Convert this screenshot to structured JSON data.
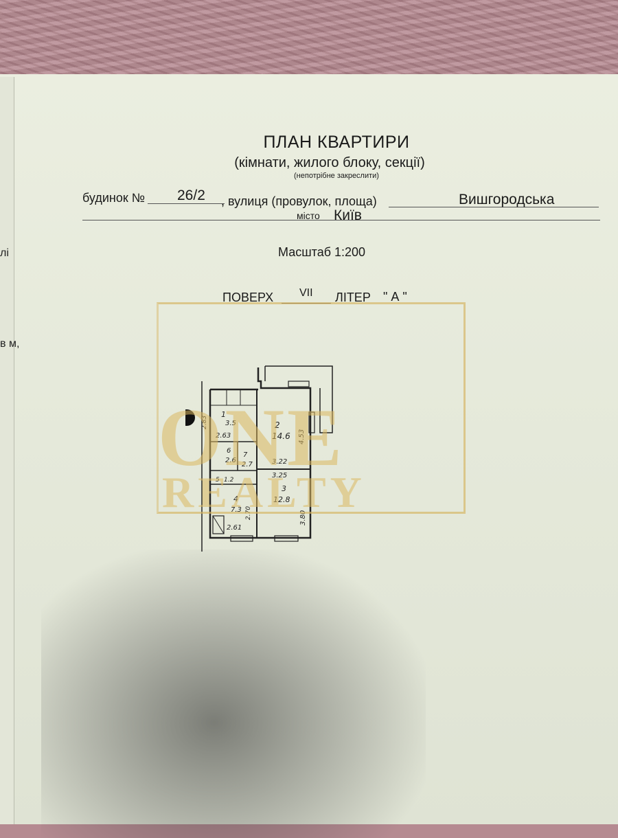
{
  "document": {
    "title": "ПЛАН КВАРТИРИ",
    "subtitle": "(кімнати, жилого блоку, секції)",
    "note": "(непотрібне закреслити)"
  },
  "address": {
    "house_label": "будинок №",
    "house_number": "26/2",
    "street_label": ", вулиця (провулок, площа)",
    "street": "Вишгородська",
    "city_label": "місто",
    "city": "Київ"
  },
  "scale": {
    "label": "Масштаб 1:200"
  },
  "floor": {
    "label": "ПОВЕРХ",
    "value": "VII",
    "letter_label": "ЛІТЕР",
    "letter_value": "\" А \""
  },
  "left_edge": {
    "fragment_1": "лі",
    "fragment_2": "в м,"
  },
  "plan": {
    "room_1": "1",
    "room_1_area": "3.5",
    "room_2": "2",
    "room_2_area": "14.6",
    "room_3": "3",
    "room_3_area": "12.8",
    "room_4": "4",
    "room_4_area": "7.3",
    "room_5": "5",
    "room_6": "6",
    "room_6_area": "2.6",
    "room_7": "7",
    "room_7_area": "2.7",
    "room_5_area": "1.2",
    "dim_2_63": "2.63",
    "dim_2_83": "2.83",
    "dim_4_53": "4.53",
    "dim_3_22": "3.22",
    "dim_3_25": "3.25",
    "dim_3_80": "3.80",
    "dim_2_61": "2.61",
    "dim_2_70": "2.70"
  },
  "watermark": {
    "line1": "ONE",
    "line2": "REALTY",
    "color": "#dab860"
  }
}
